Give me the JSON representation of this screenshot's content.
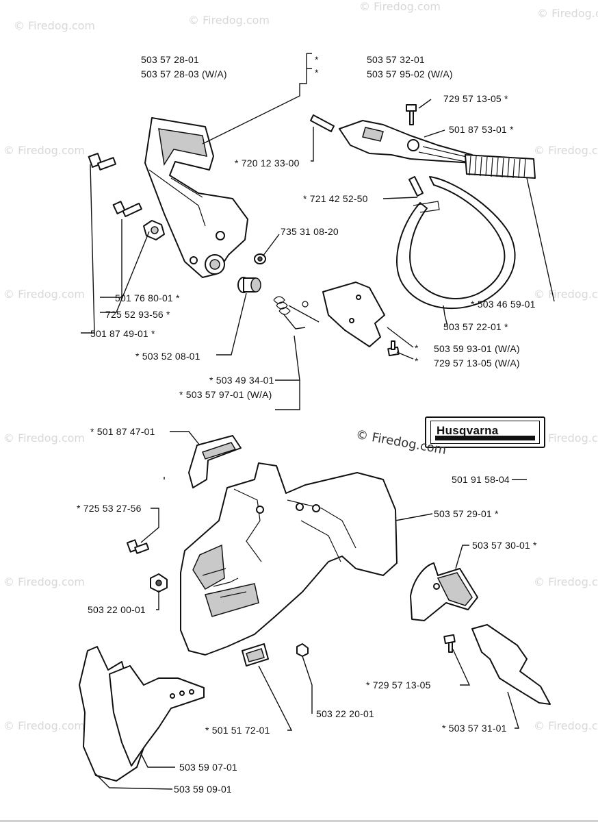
{
  "watermarks": {
    "text": "© Firedog.com",
    "center_text": "© Firedog.com"
  },
  "decal": {
    "brand": "Husqvarna"
  },
  "callouts": {
    "guard_a": "503 57 28-01",
    "guard_b": "503 57 28-03 (W/A)",
    "asterisk_top_1": "*",
    "asterisk_top_2": "*",
    "lever_a": "503 57 32-01",
    "lever_b": "503 57 95-02 (W/A)",
    "screw_top": "729 57 13-05  *",
    "hinge": "501 87 53-01  *",
    "pin": "*  720 12 33-00",
    "roll_pin": "*  721 42 52-50",
    "circlip": "735 31 08-20",
    "spring_coil": "*  503 46 59-01",
    "band": "503 57 22-01  *",
    "nut": "501 76 80-01  *",
    "washer": "725 52 93-56  *",
    "bolt": "501 87 49-01  *",
    "bushing": "*  503 52 08-01",
    "spring_plate_a": "503 59 93-01 (W/A)",
    "spring_plate_b": "729 57 13-05 (W/A)",
    "asterisk_mid_1": "*",
    "asterisk_mid_2": "*",
    "torsion_a": "*  503 49 34-01",
    "torsion_b": "*  503 57 97-01 (W/A)",
    "catcher": "*  501 87 47-01",
    "decal_part": "501 91 58-04",
    "screw_cover": "*  725 53 27-56",
    "clutch_cover": "503 57 29-01  *",
    "plate_cover": "503 57 30-01  *",
    "nut_cover": "503 22 00-01",
    "screw_plate": "*  729 57 13-05",
    "guide": "*  503 57 31-01",
    "nut_small": "503 22 20-01",
    "pad": "*  501 51 72-01",
    "bumper_a": "503 59 07-01",
    "bumper_b": "503 59 09-01"
  }
}
